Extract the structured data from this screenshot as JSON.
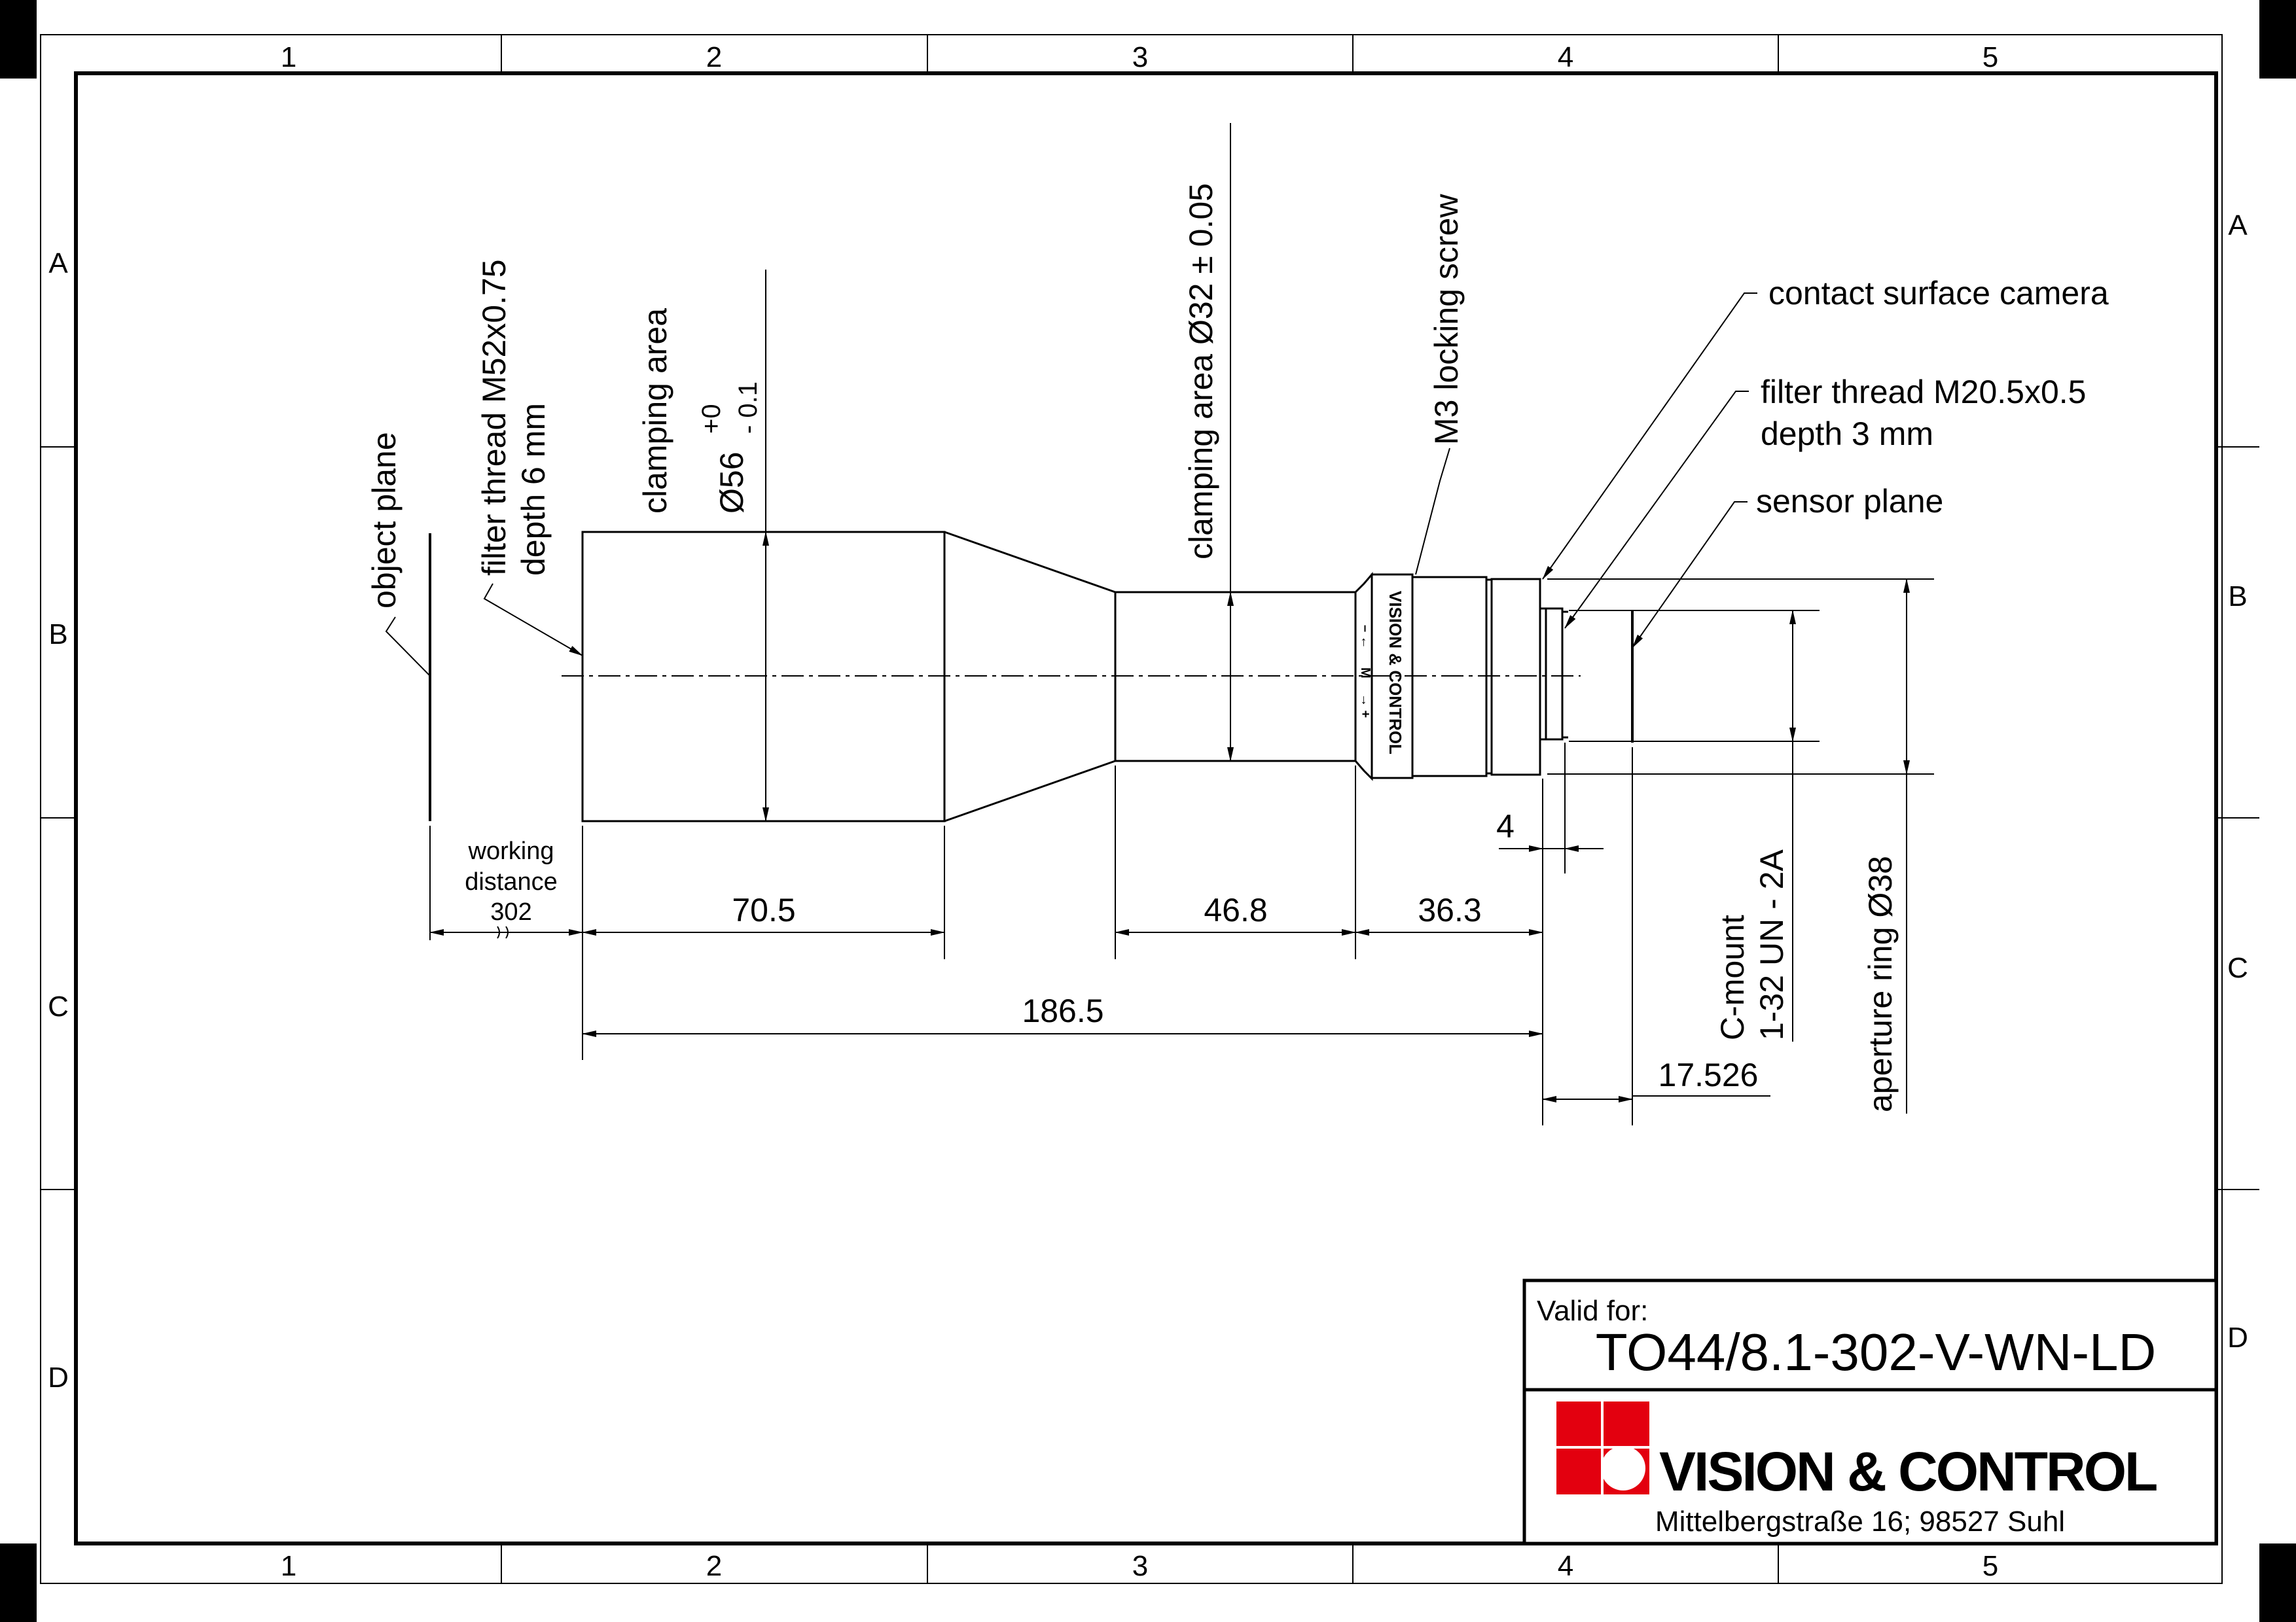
{
  "frame": {
    "columns": [
      "1",
      "2",
      "3",
      "4",
      "5"
    ],
    "rows": [
      "A",
      "B",
      "C",
      "D"
    ]
  },
  "labels": {
    "object_plane": "object plane",
    "filter_thread_front_1": "filter thread M52x0.75",
    "filter_thread_front_2": "depth 6 mm",
    "clamping_area_front": "clamping area",
    "clamping_dia_front": "Ø56",
    "clamping_tol_upper": "+0",
    "clamping_tol_lower": "- 0.1",
    "clamping_area_rear": "clamping area Ø32 ± 0.05",
    "locking_screw": "M3 locking screw",
    "contact_surface": "contact surface camera",
    "filter_thread_rear_1": "filter thread M20.5x0.5",
    "filter_thread_rear_2": "depth 3 mm",
    "sensor_plane": "sensor plane",
    "working_distance_1": "working",
    "working_distance_2": "distance",
    "working_distance_3": "302",
    "c_mount_1": "C-mount",
    "c_mount_2": "1-32 UN - 2A",
    "aperture_ring": "aperture ring Ø38",
    "barrel_brand": "VISION & CONTROL"
  },
  "dimensions": {
    "d_70_5": "70.5",
    "d_46_8": "46.8",
    "d_36_3": "36.3",
    "d_186_5": "186.5",
    "d_4": "4",
    "d_17_526": "17.526"
  },
  "title_block": {
    "valid_for_label": "Valid for:",
    "part_number": "TO44/8.1-302-V-WN-LD",
    "company": "VISION & CONTROL",
    "address": "Mittelbergstraße 16; 98527 Suhl",
    "logo_color": "#e3000f"
  }
}
